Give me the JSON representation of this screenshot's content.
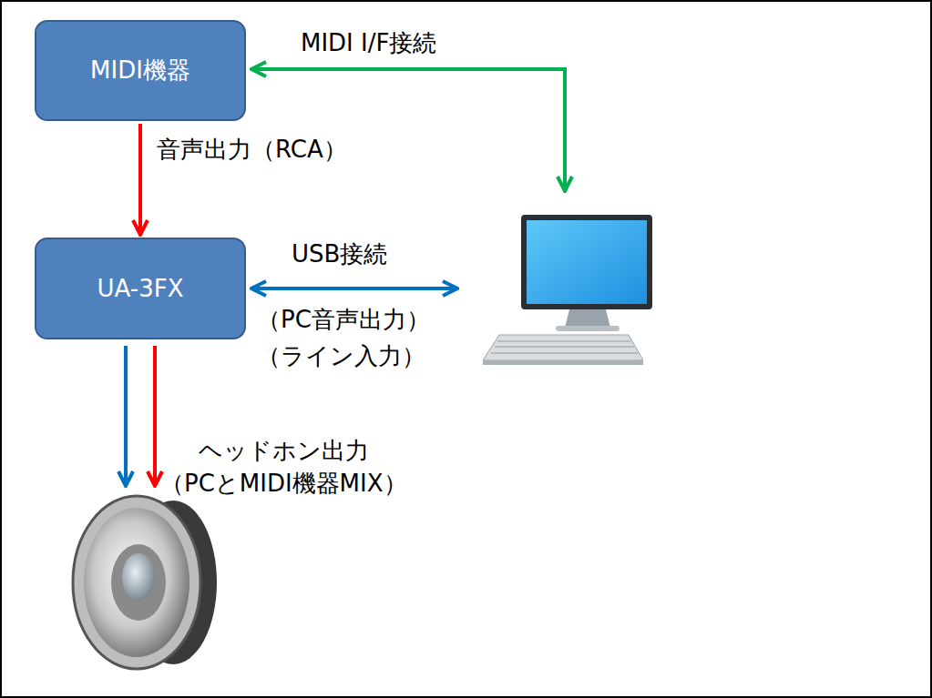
{
  "diagram": {
    "nodes": [
      {
        "text": [
          "MIDI機器"
        ]
      },
      {
        "text": [
          "UA-3FX"
        ]
      }
    ],
    "edges": [
      {
        "from": 0,
        "to": 1,
        "arrow": "to",
        "label": "音声出力（RCA）"
      }
    ],
    "labels": [
      "MIDI I/F接続",
      "USB接続",
      "（PC音声出力）",
      "（ライン入力）",
      "ヘッドホン出力",
      "（PCとMIDI機器MIX）"
    ]
  }
}
